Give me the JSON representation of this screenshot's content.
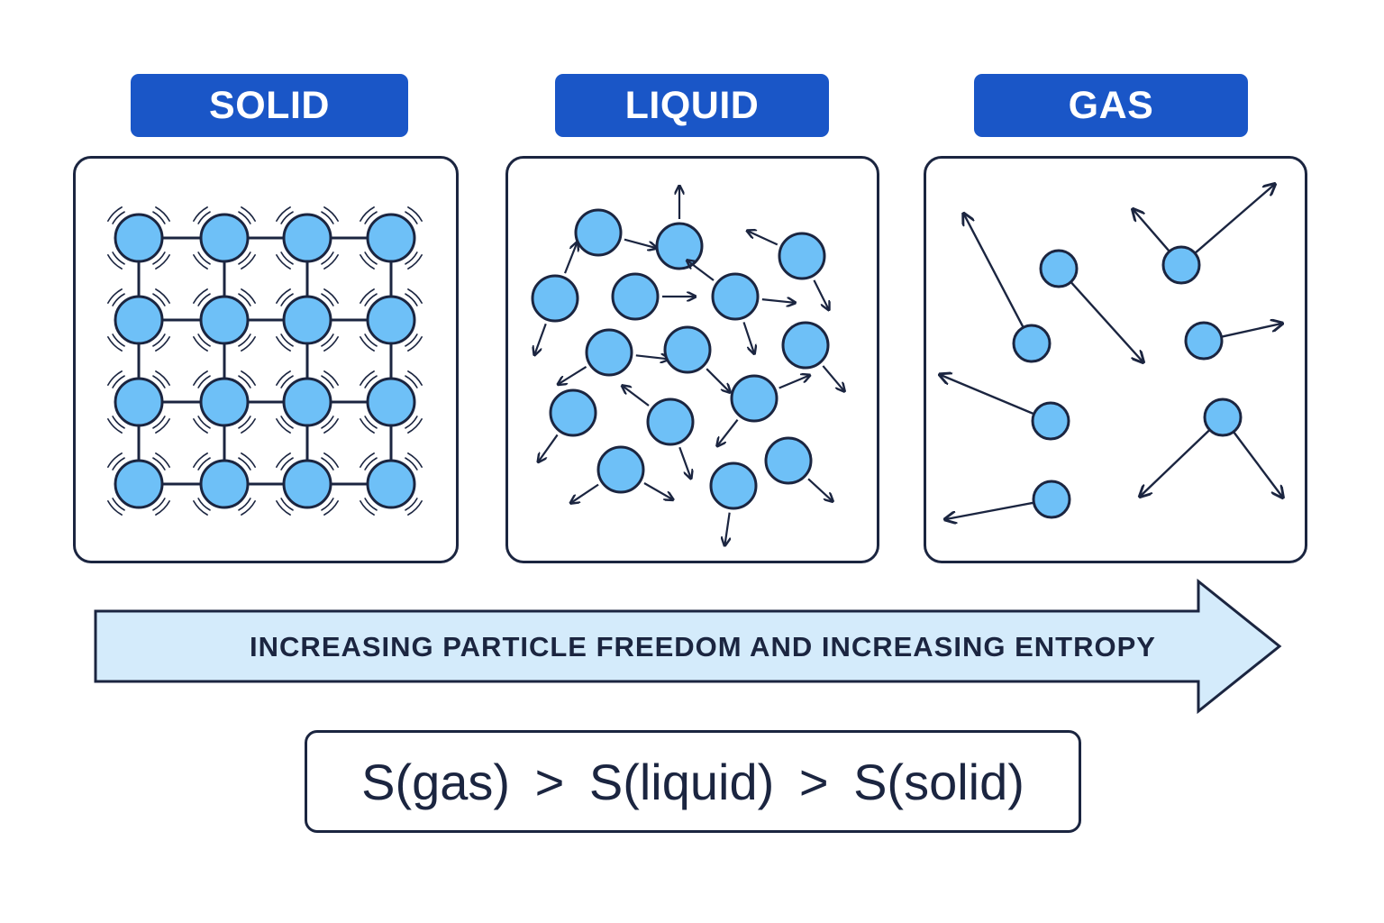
{
  "labels": {
    "solid": "SOLID",
    "liquid": "LIQUID",
    "gas": "GAS"
  },
  "arrow_text": "INCREASING PARTICLE FREEDOM AND INCREASING ENTROPY",
  "formula": "S(gas) > S(liquid) > S(solid)",
  "colors": {
    "label_bg": "#1a56c7",
    "label_text": "#ffffff",
    "particle_fill": "#6ec0f7",
    "particle_stroke": "#1b2540",
    "arrow_fill": "#d4ebfb",
    "outline": "#1b2540"
  }
}
